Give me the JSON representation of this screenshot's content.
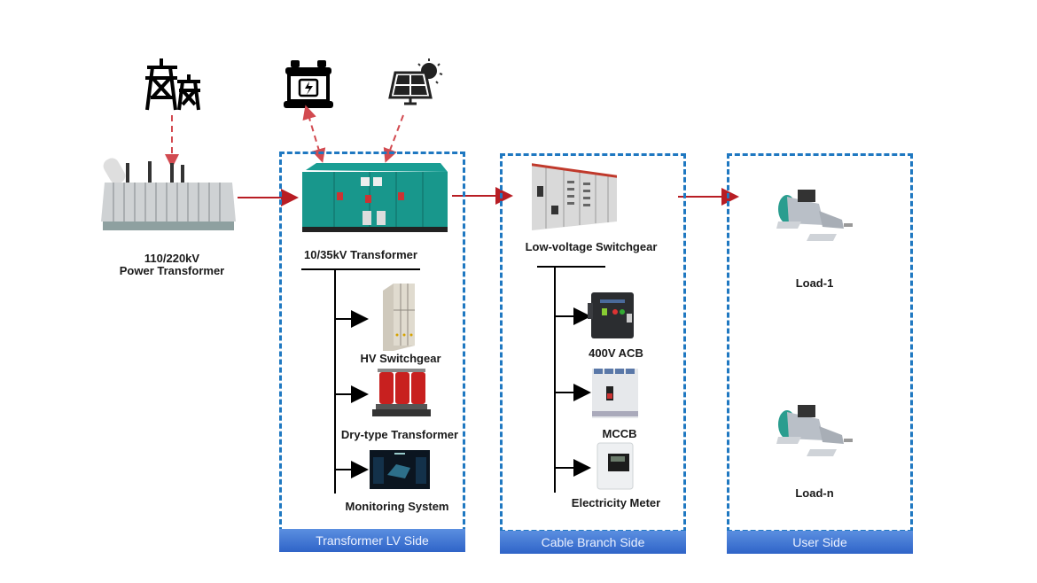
{
  "diagram": {
    "sources": {
      "grid_icon": "power-tower-icon",
      "battery_icon": "battery-icon",
      "solar_icon": "solar-panel-icon"
    },
    "power_transformer": {
      "line1": "110/220kV",
      "line2": "Power Transformer"
    },
    "zones": [
      {
        "title": "Transformer LV Side",
        "main_label": "10/35kV Transformer",
        "branches": [
          "HV Switchgear",
          "Dry-type Transformer",
          "Monitoring System"
        ]
      },
      {
        "title": "Cable Branch Side",
        "main_label": "Low-voltage Switchgear",
        "branches": [
          "400V ACB",
          "MCCB",
          "Electricity Meter"
        ]
      },
      {
        "title": "User Side",
        "loads": [
          "Load-1",
          "Load-n"
        ]
      }
    ],
    "colors": {
      "flow_arrow": "#b81d24",
      "zone_border": "#1f78c1",
      "zone_title_bg": "#3b6fd0"
    }
  }
}
